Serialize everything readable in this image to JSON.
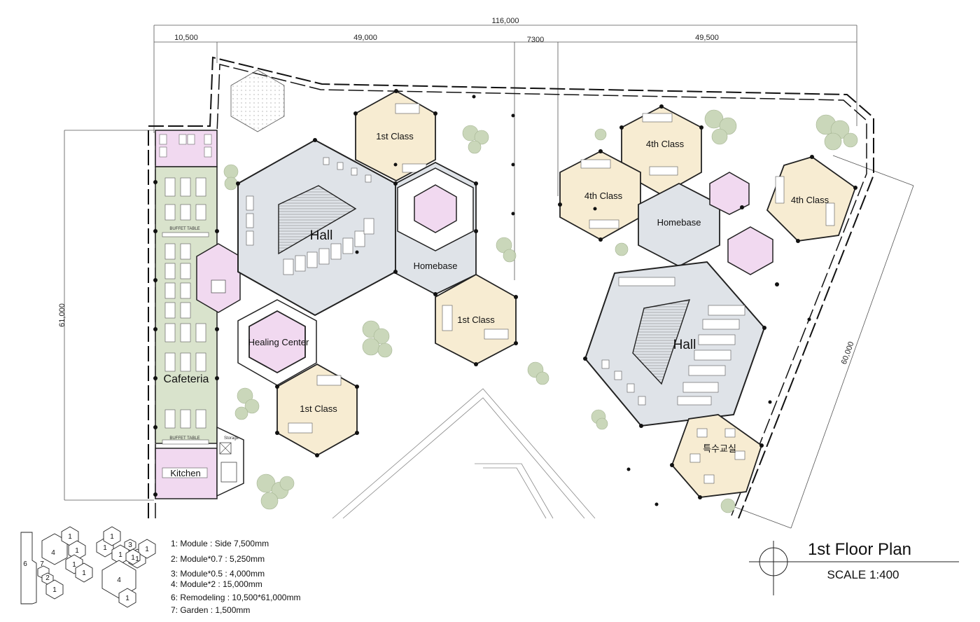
{
  "dimensions": {
    "total_width": "116,000",
    "seg_1": "10,500",
    "seg_2": "49,000",
    "seg_3": "7300",
    "seg_4": "49,500",
    "left_height": "61,000",
    "right_diag": "60,000"
  },
  "rooms": {
    "class_1_top": "1st Class",
    "class_1_mid": "1st Class",
    "class_1_bottom": "1st Class",
    "hall_left": "Hall",
    "hall_right": "Hall",
    "homebase_left": "Homebase",
    "homebase_right": "Homebase",
    "class_4_top": "4th Class",
    "class_4_left": "4th Class",
    "class_4_right": "4th Class",
    "healing_center": "Healing Center",
    "special_room": "특수교실",
    "cafeteria": "Cafeteria",
    "kitchen": "Kitchen",
    "buffet_top": "BUFFET TABLE",
    "buffet_bottom": "BUFFET TABLE",
    "storage": "Storage"
  },
  "legend": {
    "items": [
      "1: Module : Side 7,500mm",
      "2: Module*0.7 : 5,250mm",
      "3: Module*0.5 : 4,000mm",
      "4: Module*2 : 15,000mm",
      "6: Remodeling : 10,500*61,000mm",
      "7: Garden : 1,500mm"
    ],
    "diagram_a": [
      "4",
      "1",
      "1",
      "1",
      "1",
      "6",
      "7",
      "2",
      "1"
    ],
    "diagram_b": [
      "1",
      "1",
      "3",
      "1",
      "1",
      "1",
      "1",
      "4",
      "1"
    ]
  },
  "title_block": {
    "title": "1st Floor Plan",
    "scale": "SCALE 1:400"
  },
  "colors": {
    "classroom": "#f7ecd2",
    "hall": "#dfe3e8",
    "cafeteria": "#d9e3cc",
    "service": "#f1d9f0",
    "tree": "#b9c9a6"
  }
}
